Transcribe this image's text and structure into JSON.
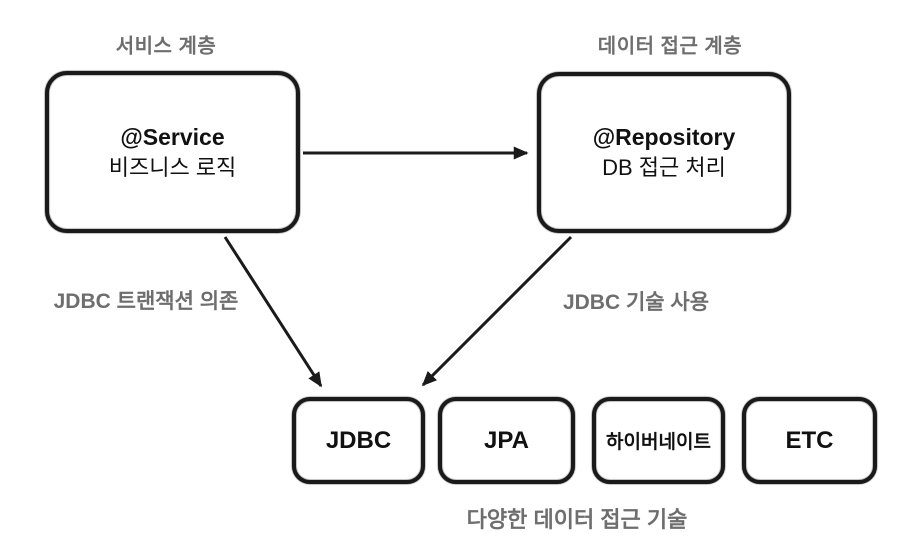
{
  "colors": {
    "background": "#ffffff",
    "ink": "#1a1a1a",
    "label_gray": "#6e6e6e"
  },
  "service_layer": {
    "title": "서비스 계층",
    "box": {
      "annotation": "@Service",
      "description": "비즈니스 로직"
    }
  },
  "data_access_layer": {
    "title": "데이터 접근 계층",
    "box": {
      "annotation": "@Repository",
      "description": "DB 접근 처리"
    }
  },
  "edge_labels": {
    "service_to_jdbc": "JDBC 트랜잭션 의존",
    "repository_to_jdbc": "JDBC 기술 사용"
  },
  "technologies": {
    "boxes": [
      {
        "label": "JDBC"
      },
      {
        "label": "JPA"
      },
      {
        "label": "하이버네이트"
      },
      {
        "label": "ETC"
      }
    ],
    "caption": "다양한 데이터 접근 기술"
  }
}
